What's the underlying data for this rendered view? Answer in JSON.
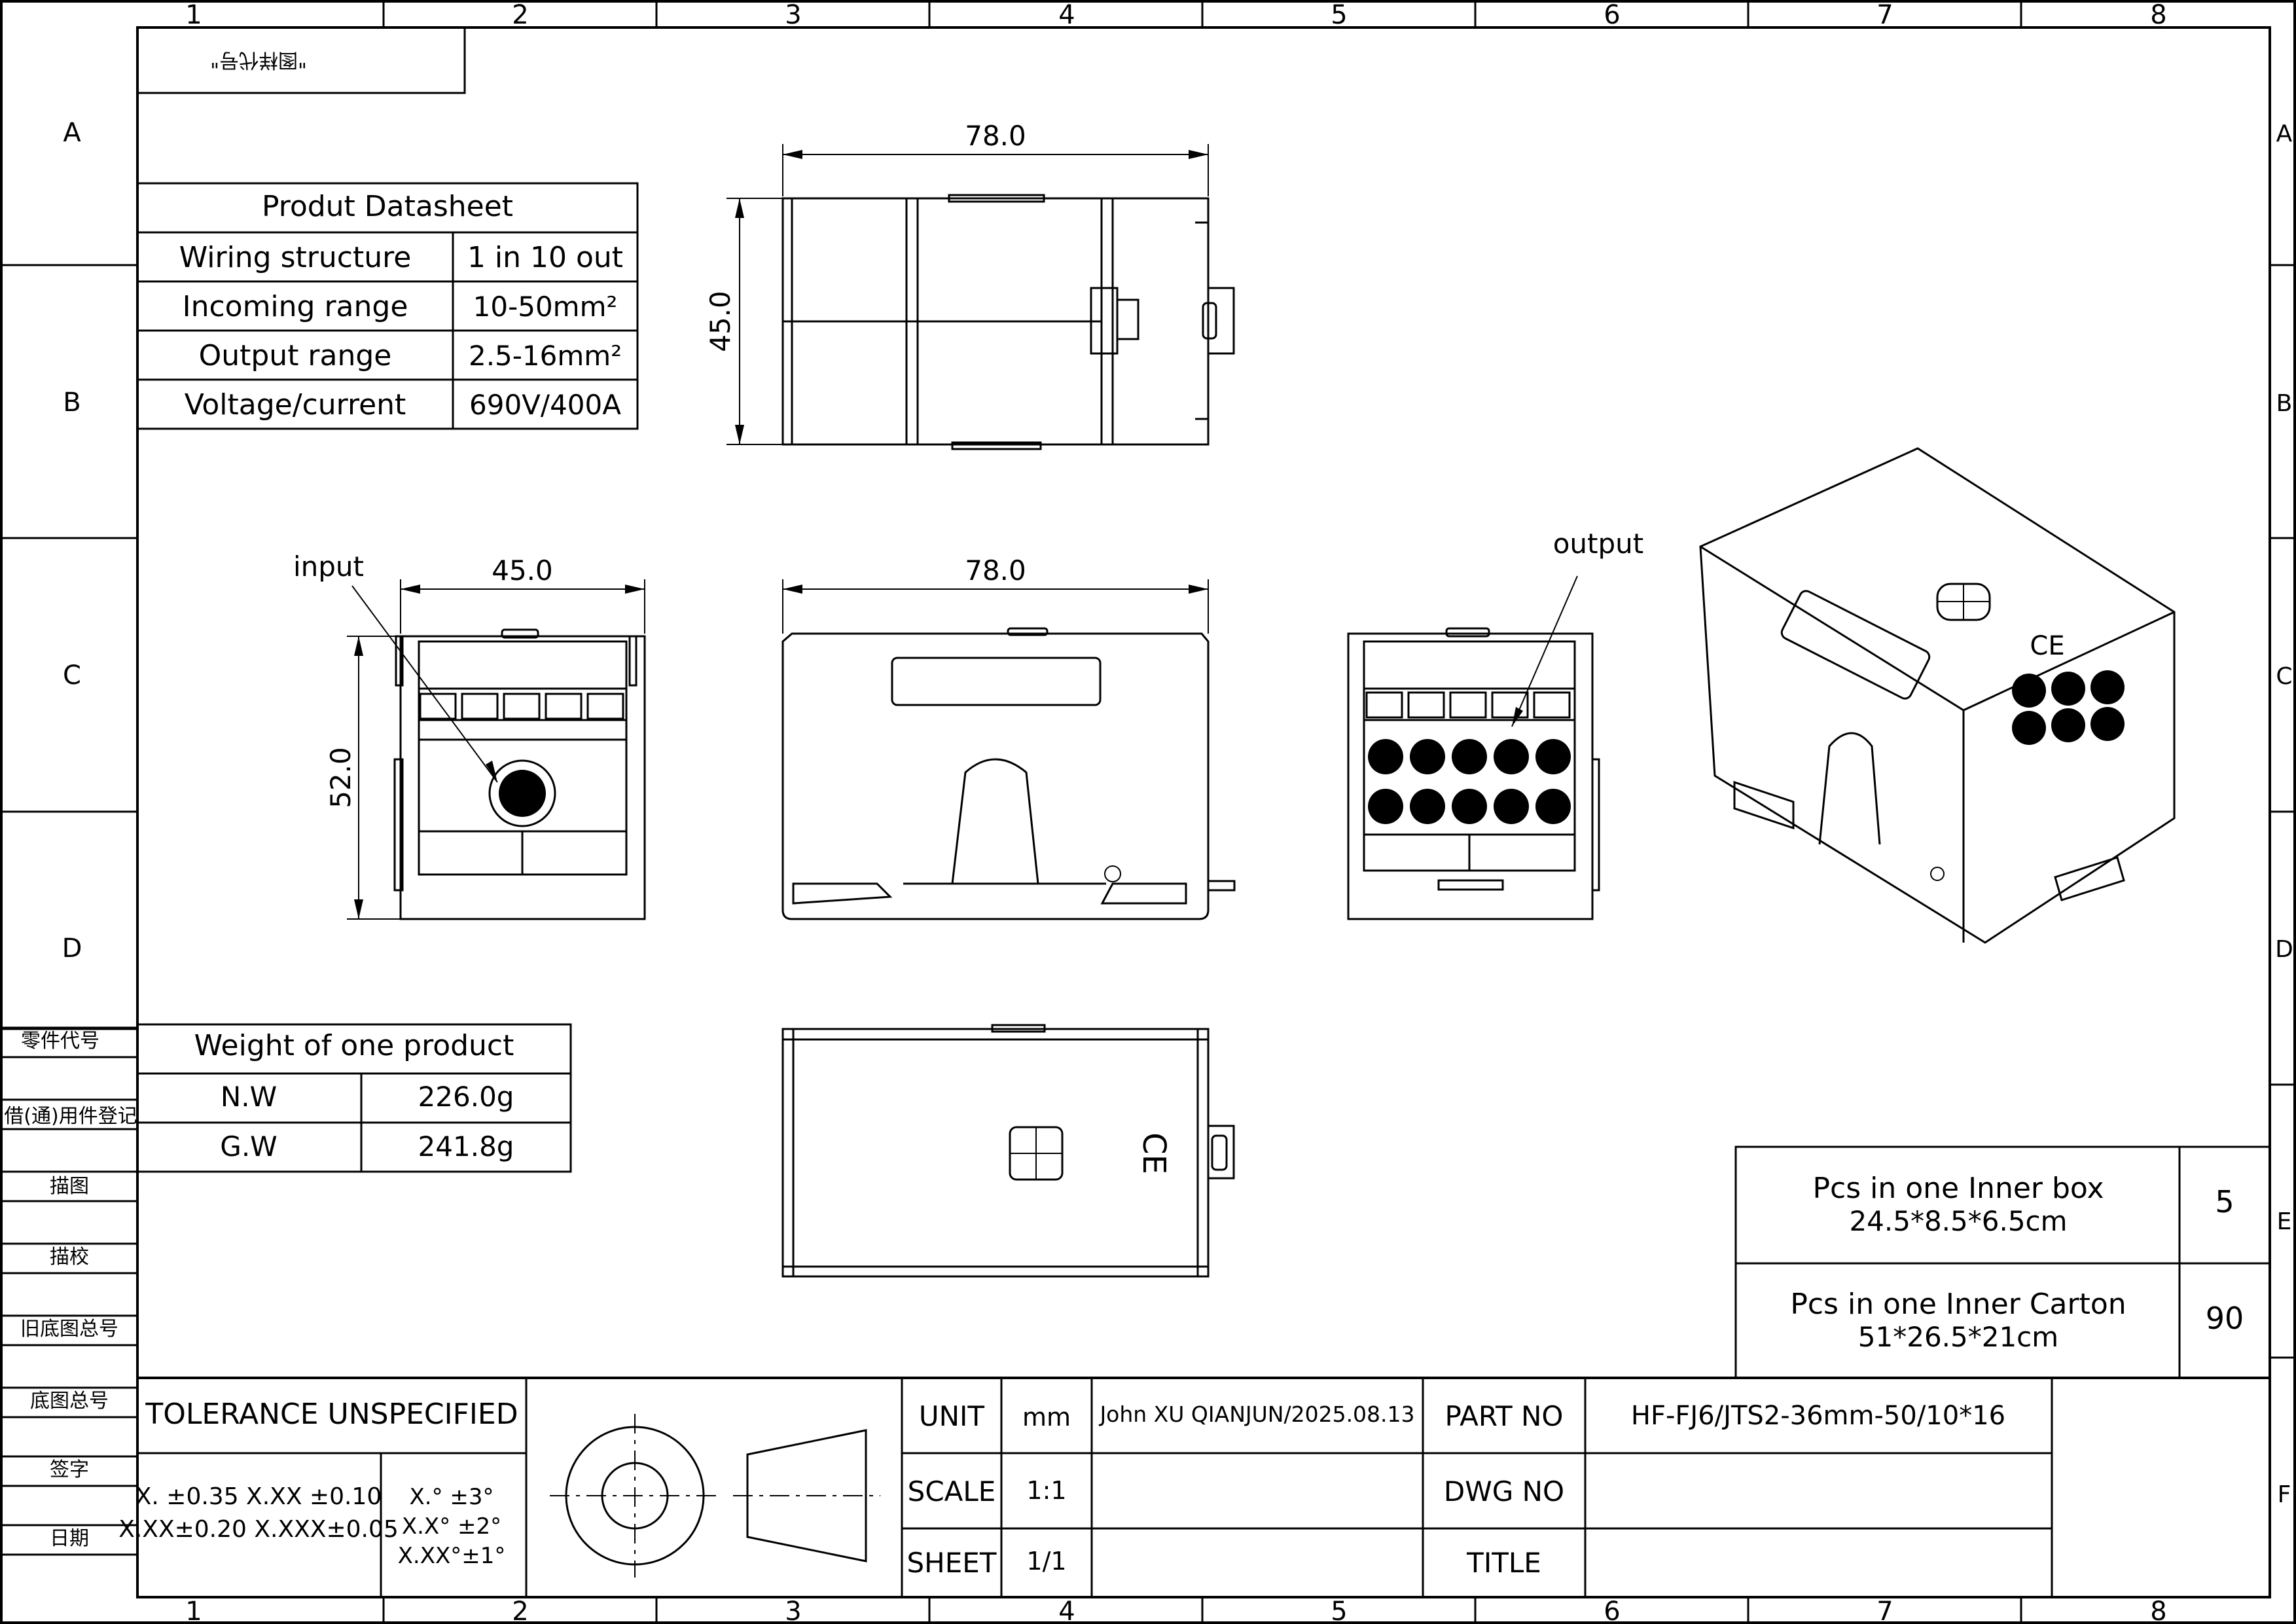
{
  "grid": {
    "cols": [
      "1",
      "2",
      "3",
      "4",
      "5",
      "6",
      "7",
      "8"
    ],
    "rows": [
      "A",
      "B",
      "C",
      "D",
      "E",
      "F"
    ]
  },
  "corner_label": "\"图样代号\"",
  "datasheet": {
    "title": "Produt Datasheet",
    "rows": [
      {
        "label": "Wiring structure",
        "value": "1 in 10 out"
      },
      {
        "label": "Incoming range",
        "value": "10-50mm²"
      },
      {
        "label": "Output range",
        "value": "2.5-16mm²"
      },
      {
        "label": "Voltage/current",
        "value": "690V/400A"
      }
    ]
  },
  "weight": {
    "title": "Weight of one product",
    "rows": [
      {
        "label": "N.W",
        "value": "226.0g"
      },
      {
        "label": "G.W",
        "value": "241.8g"
      }
    ]
  },
  "packing": [
    {
      "line1": "Pcs in one Inner box",
      "line2": "24.5*8.5*6.5cm",
      "qty": "5"
    },
    {
      "line1": "Pcs in one Inner Carton",
      "line2": "51*26.5*21cm",
      "qty": "90"
    }
  ],
  "left_column": [
    "零件代号",
    "借(通)用件登记",
    "描图",
    "描校",
    "旧底图总号",
    "底图总号",
    "签字",
    "日期"
  ],
  "dimensions": {
    "top_width": "78.0",
    "top_height": "45.0",
    "side_width": "45.0",
    "side_height": "52.0",
    "front_width": "78.0"
  },
  "callouts": {
    "input": "input",
    "output": "output"
  },
  "title_block": {
    "tolerance_title": "TOLERANCE UNSPECIFIED",
    "tol_line1": "X. ±0.35  X.XX  ±0.10",
    "tol_line2": "X.XX±0.20  X.XXX±0.05",
    "ang_line1": "X.° ±3°",
    "ang_line2": "X.X° ±2°",
    "ang_line3": "X.XX°±1°",
    "unit_label": "UNIT",
    "unit_value": "mm",
    "scale_label": "SCALE",
    "scale_value": "1:1",
    "sheet_label": "SHEET",
    "sheet_value": "1/1",
    "author": "John  XU QIANJUN/2025.08.13",
    "part_no_label": "PART NO",
    "part_no_value": "HF-FJ6/JTS2-36mm-50/10*16",
    "dwg_no_label": "DWG NO",
    "title_label": "TITLE"
  }
}
